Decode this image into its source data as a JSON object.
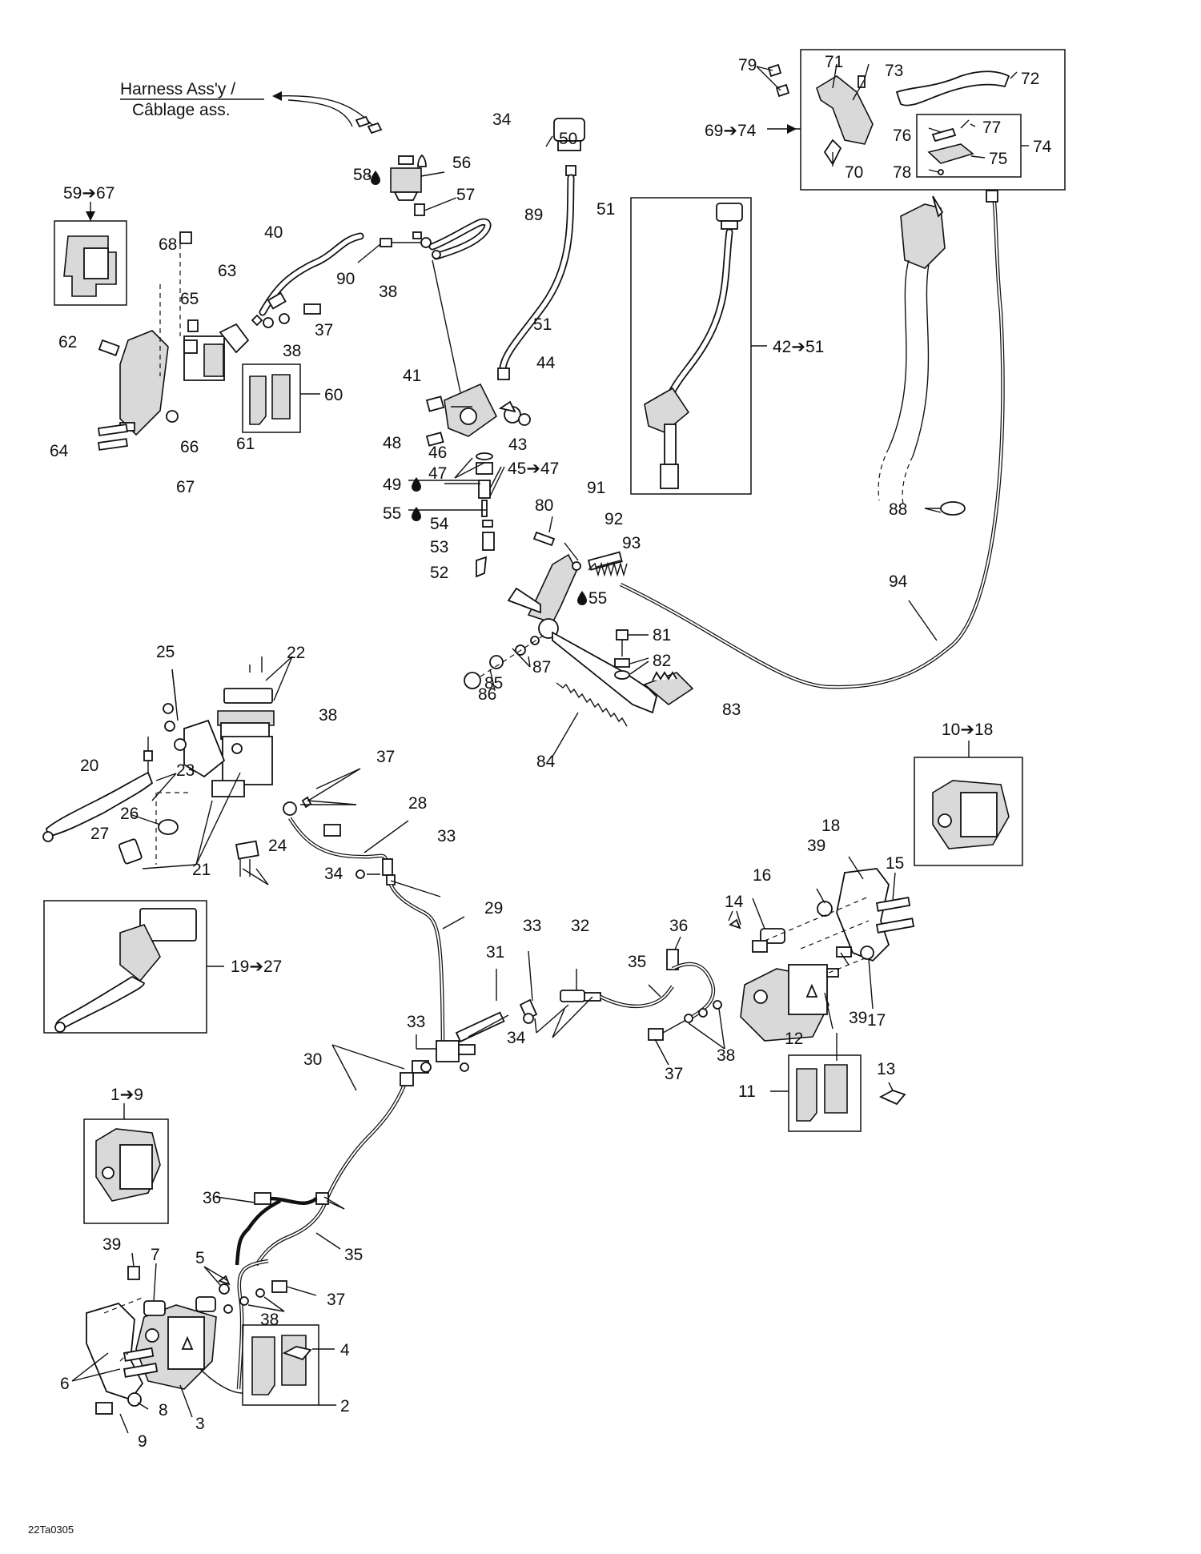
{
  "header": {
    "harness_en": "Harness Ass'y /",
    "harness_fr": "Câblage ass."
  },
  "footer": {
    "drawing_code": "22Ta0305"
  },
  "labels": {
    "l1": "1➔9",
    "l2": "2",
    "l3": "3",
    "l4": "4",
    "l5": "5",
    "l6": "6",
    "l7": "7",
    "l8": "8",
    "l9": "9",
    "l10": "10➔18",
    "l11": "11",
    "l12": "12",
    "l13": "13",
    "l14": "14",
    "l15": "15",
    "l16": "16",
    "l17": "17",
    "l18": "18",
    "l19": "19➔27",
    "l20": "20",
    "l21": "21",
    "l22": "22",
    "l23": "23",
    "l24": "24",
    "l25": "25",
    "l26": "26",
    "l27": "27",
    "l28": "28",
    "l29": "29",
    "l30": "30",
    "l31": "31",
    "l32": "32",
    "l33a": "33",
    "l33b": "33",
    "l33c": "33",
    "l34a": "34",
    "l34b": "34",
    "l34c": "34",
    "l35a": "35",
    "l35b": "35",
    "l36a": "36",
    "l36b": "36",
    "l37a": "37",
    "l37b": "37",
    "l37c": "37",
    "l37d": "37",
    "l38a": "38",
    "l38b": "38",
    "l38c": "38",
    "l38d": "38",
    "l38e": "38",
    "l39a": "39",
    "l39b": "39",
    "l39c": "39",
    "l40": "40",
    "l41": "41",
    "l42": "42➔51",
    "l43": "43",
    "l44": "44",
    "l45": "45➔47",
    "l46": "46",
    "l47": "47",
    "l48": "48",
    "l49": "49",
    "l50": "50",
    "l51a": "51",
    "l51b": "51",
    "l52": "52",
    "l53": "53",
    "l54": "54",
    "l55a": "55",
    "l55b": "55",
    "l56": "56",
    "l57": "57",
    "l58": "58",
    "l59": "59➔67",
    "l60": "60",
    "l61": "61",
    "l62": "62",
    "l63": "63",
    "l64": "64",
    "l65": "65",
    "l66": "66",
    "l67": "67",
    "l68": "68",
    "l69": "69➔74",
    "l70": "70",
    "l71": "71",
    "l72": "72",
    "l73": "73",
    "l74": "74",
    "l75": "75",
    "l76": "76",
    "l77": "77",
    "l78": "78",
    "l79": "79",
    "l80": "80",
    "l81": "81",
    "l82": "82",
    "l83": "83",
    "l84": "84",
    "l85": "85",
    "l86": "86",
    "l87": "87",
    "l88": "88",
    "l89": "89",
    "l90": "90",
    "l91": "91",
    "l92": "92",
    "l93": "93",
    "l94": "94"
  }
}
